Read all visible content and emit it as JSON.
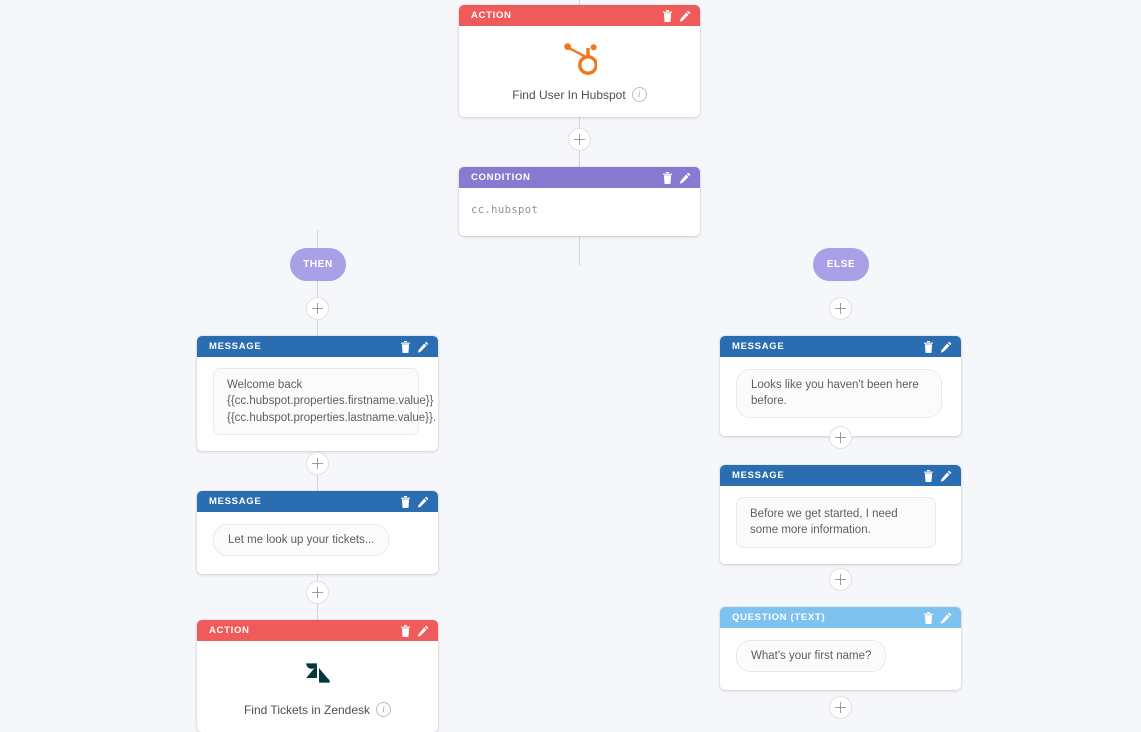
{
  "canvas": {
    "background_color": "#f5f7fa",
    "connector_color": "#d2d5da"
  },
  "colors": {
    "action": "#ef5b5b",
    "condition": "#8879d1",
    "message": "#2a6db0",
    "question": "#7ec2ef",
    "branch_pill": "#a9a0e8",
    "hubspot_orange": "#f2761b",
    "zendesk_teal": "#03363d"
  },
  "header_icons": {
    "delete": "trash-icon",
    "edit": "pencil-icon"
  },
  "nodes": {
    "hubspot_action": {
      "type_label": "ACTION",
      "logo": "hubspot-logo",
      "label": "Find User In Hubspot",
      "info": "info-icon"
    },
    "condition": {
      "type_label": "CONDITION",
      "expression": "cc.hubspot"
    },
    "then_branch": {
      "pill_label": "THEN",
      "nodes": [
        {
          "type_label": "MESSAGE",
          "text": "Welcome back {{cc.hubspot.properties.firstname.value}} {{cc.hubspot.properties.lastname.value}}.",
          "multiline": true
        },
        {
          "type_label": "MESSAGE",
          "text": "Let me look up your tickets...",
          "multiline": false
        }
      ],
      "action_node": {
        "type_label": "ACTION",
        "logo": "zendesk-logo",
        "label": "Find Tickets in Zendesk",
        "info": "info-icon"
      }
    },
    "else_branch": {
      "pill_label": "ELSE",
      "nodes": [
        {
          "type_label": "MESSAGE",
          "text": "Looks like you haven't been here before.",
          "multiline": false
        },
        {
          "type_label": "MESSAGE",
          "text": "Before we get started, I need some more information.",
          "multiline": true
        },
        {
          "type_label": "QUESTION (TEXT)",
          "text": "What's your first name?",
          "multiline": false
        }
      ]
    }
  },
  "add_buttons": {
    "label": "+"
  }
}
